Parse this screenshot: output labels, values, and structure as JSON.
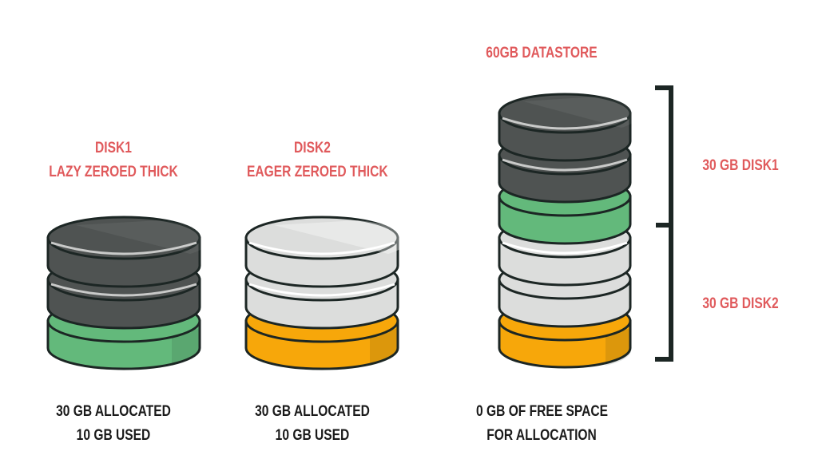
{
  "colors": {
    "dark_disk": "#4f5352",
    "light_disk": "#dcdddc",
    "green_used": "#63b97b",
    "orange_used": "#f7a70a",
    "outline": "#1c2624",
    "title_red": "#e05a5c",
    "caption_dark": "#1a1a1a"
  },
  "disk1": {
    "title": "DISK1",
    "subtitle": "LAZY ZEROED THICK",
    "caption_line1": "30 GB ALLOCATED",
    "caption_line2": "10 GB USED"
  },
  "disk2": {
    "title": "DISK2",
    "subtitle": "EAGER ZEROED THICK",
    "caption_line1": "30 GB ALLOCATED",
    "caption_line2": "10 GB USED"
  },
  "datastore": {
    "title": "60GB DATASTORE",
    "caption_line1": "0 GB OF FREE SPACE",
    "caption_line2": "FOR ALLOCATION",
    "bracket_label_top": "30 GB DISK1",
    "bracket_label_bottom": "30 GB DISK2"
  }
}
